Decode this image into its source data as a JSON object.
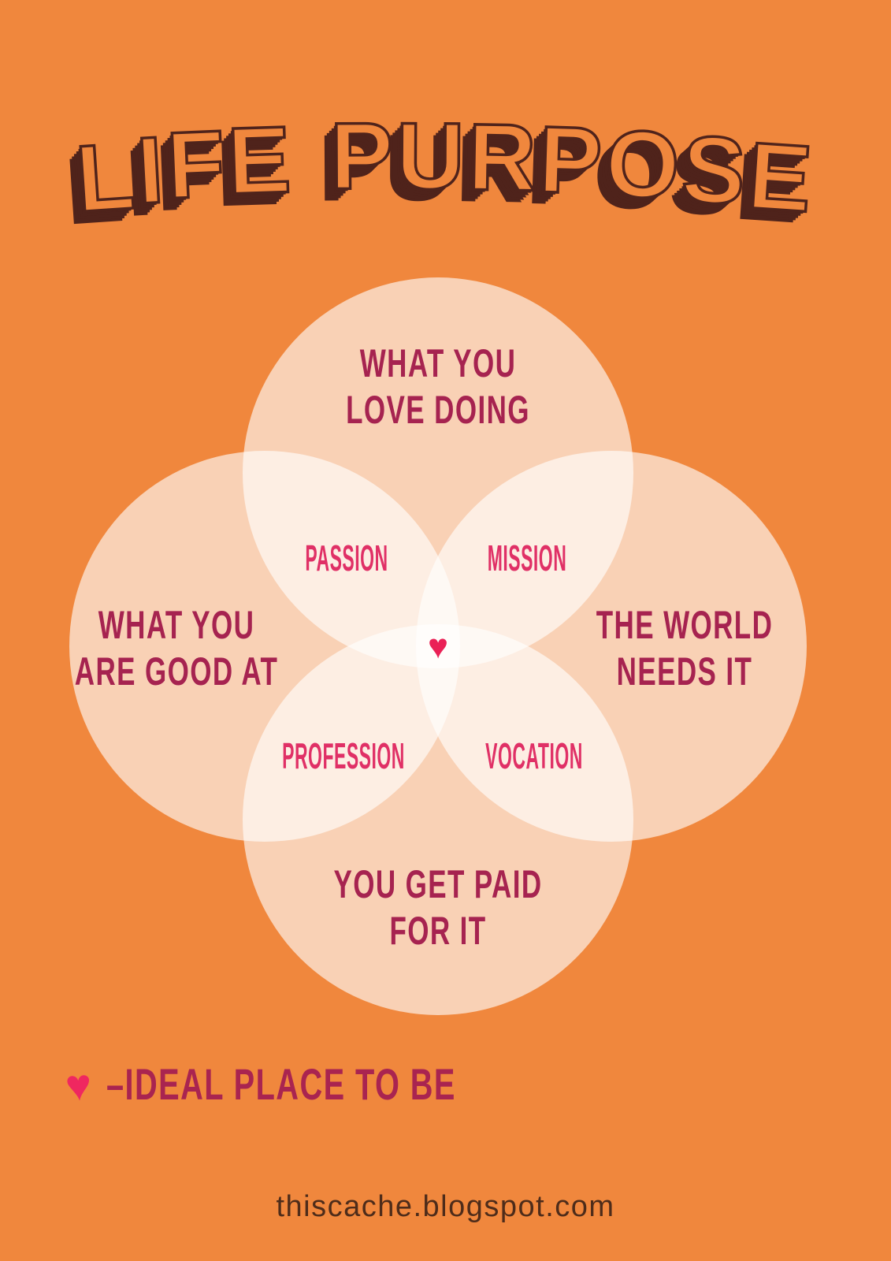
{
  "poster": {
    "title": "LIFE PURPOSE",
    "venn": {
      "circle_labels": {
        "top": {
          "line1": "WHAT YOU",
          "line2": "LOVE DOING"
        },
        "left": {
          "line1": "WHAT YOU",
          "line2": "ARE GOOD AT"
        },
        "right": {
          "line1": "THE WORLD",
          "line2": "NEEDS IT"
        },
        "bottom": {
          "line1": "YOU GET PAID",
          "line2": "FOR IT"
        }
      },
      "overlap_labels": {
        "passion": "PASSION",
        "mission": "MISSION",
        "profession": "PROFESSION",
        "vocation": "VOCATION"
      },
      "center_symbol": "♥"
    },
    "legend": {
      "symbol": "♥",
      "label": "–IDEAL PLACE TO BE"
    },
    "footer": "thiscache.blogspot.com",
    "colors": {
      "background": "#F0873D",
      "circle_overlay": "rgba(255,255,255,0.62)",
      "circle_label": "#A62350",
      "overlap_label": "#E03066",
      "heart": "#EA2156",
      "legend_heart": "#EF2760",
      "legend_text": "#A92450",
      "title_outline": "#4F231B",
      "footer_text": "#4E2C1A"
    }
  }
}
